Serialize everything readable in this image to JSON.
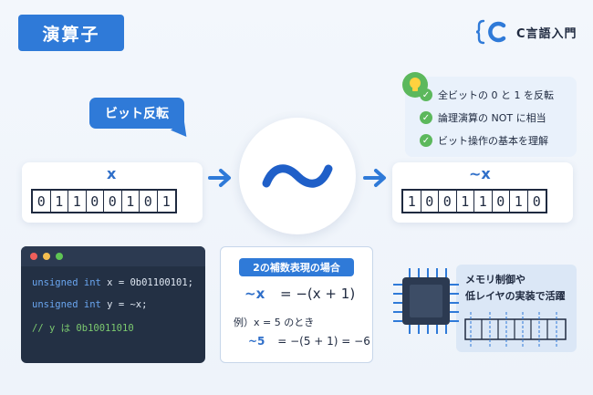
{
  "header": {
    "title": "演算子",
    "brand": "C言語入門",
    "brand_mark": "C"
  },
  "bubble": {
    "label": "ビット反転"
  },
  "input": {
    "label": "x",
    "bits": [
      "0",
      "1",
      "1",
      "0",
      "0",
      "1",
      "0",
      "1"
    ]
  },
  "output": {
    "label": "~x",
    "bits": [
      "1",
      "0",
      "0",
      "1",
      "1",
      "0",
      "1",
      "0"
    ]
  },
  "operator": {
    "symbol": "~"
  },
  "notes": [
    "全ビットの 0 と 1 を反転",
    "論理演算の NOT に相当",
    "ビット操作の基本を理解"
  ],
  "code": {
    "line1_kw": "unsigned int",
    "line1_rest": " x = 0b01100101;",
    "line2_kw": "unsigned int",
    "line2_rest": " y = ~x;",
    "line3": "// y は 0b10011010"
  },
  "complement": {
    "badge": "2の補数表現の場合",
    "formula_left": "~x",
    "formula_right": "=  −(x + 1)",
    "example": "例）x = 5 のとき",
    "ex_left": "~5",
    "ex_right": "=  −(5 + 1) = −6"
  },
  "memory": {
    "line1": "メモリ制御や",
    "line2": "低レイヤの実装で活躍"
  },
  "colors": {
    "accent": "#2f7ad8",
    "check": "#5cb85c",
    "code_bg": "#233044"
  },
  "icons": [
    "lightbulb-icon",
    "check-icon",
    "arrow-right-icon",
    "chip-icon",
    "brand-c-icon"
  ]
}
